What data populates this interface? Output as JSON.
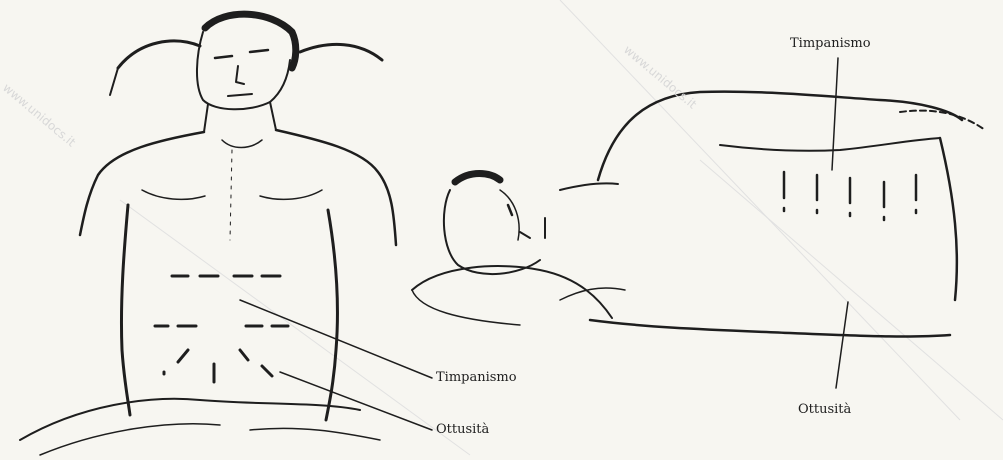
{
  "labels": {
    "left_tympanism": "Timpanismo",
    "left_dullness": "Ottusità",
    "right_tympanism": "Timpanismo",
    "right_dullness": "Ottusità"
  },
  "watermark": {
    "text": "www.unidocs.it",
    "color": "#cfcfcf"
  },
  "colors": {
    "ink": "#1e1e1e",
    "paper": "#f7f6f1"
  }
}
